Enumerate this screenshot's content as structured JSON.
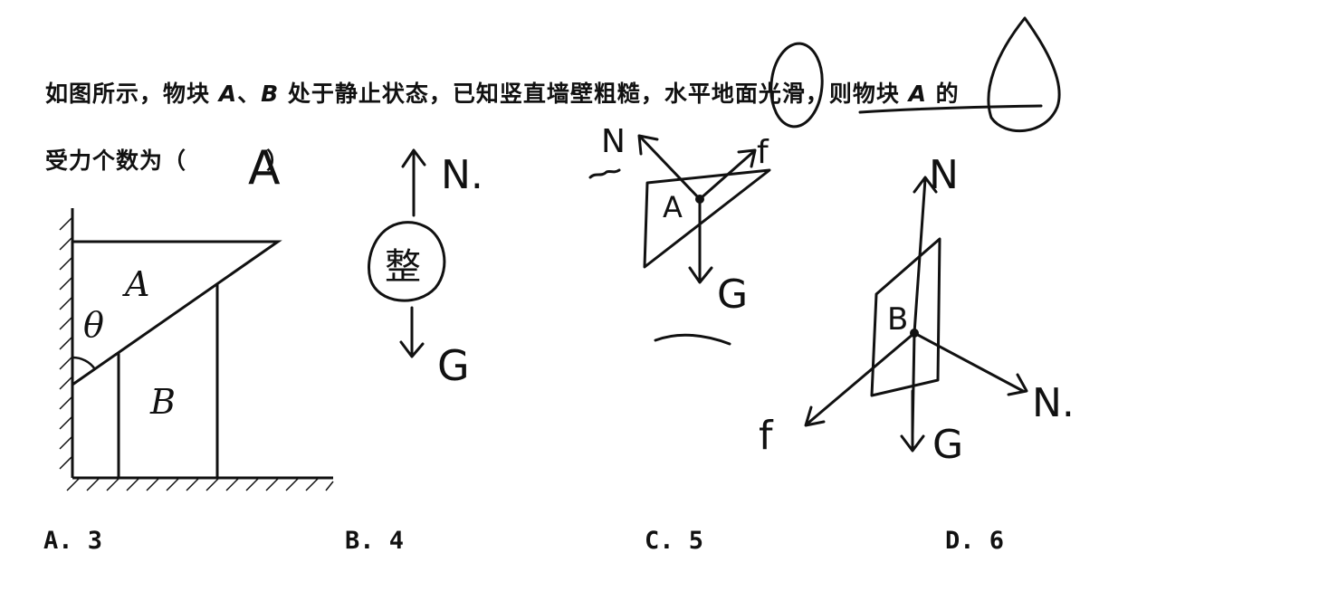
{
  "question": {
    "line1_a": "如图所示，物块 ",
    "line1_A": "A",
    "line1_sep": "、",
    "line1_B": "B",
    "line1_b": " 处于静止状态，已知竖直墙壁粗糙，水平地面光滑，则物块 ",
    "line1_A2": "A",
    "line1_c": " 的",
    "line2_a": "受力个数为（",
    "line2_c": "）",
    "handwritten_answer": "A"
  },
  "figure": {
    "label_A": "A",
    "label_B": "B",
    "label_theta": "θ"
  },
  "options": {
    "a": "A. 3",
    "b": "B. 4",
    "c": "C. 5",
    "d": "D. 6"
  },
  "annotations": {
    "whole": {
      "circle_char": "整",
      "up_force": "N.",
      "down_force": "G"
    },
    "block_a": {
      "label": "A",
      "normal": "N",
      "friction": "f",
      "gravity": "G"
    },
    "block_b": {
      "label": "B",
      "normal_up": "N",
      "friction": "f",
      "normal_right": "N.",
      "gravity": "G"
    }
  }
}
